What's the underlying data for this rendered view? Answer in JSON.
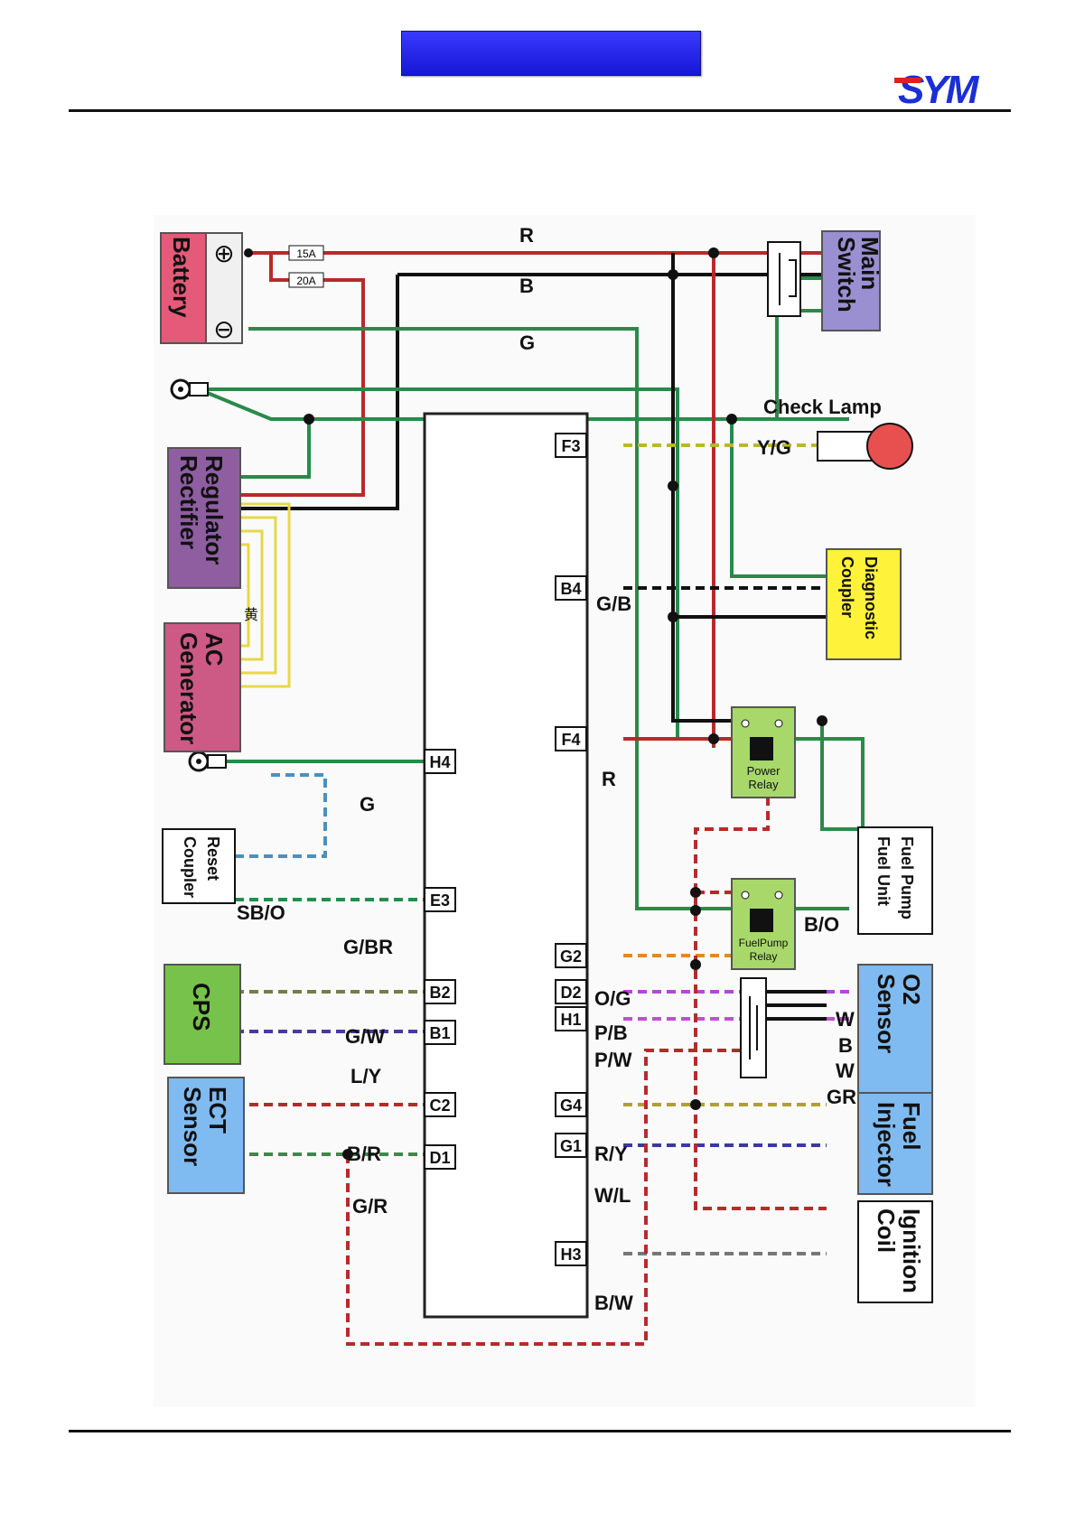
{
  "header": {
    "brand": "SYM"
  },
  "wires": {
    "R": "R",
    "B": "B",
    "G": "G",
    "YG": "Y/G",
    "GB": "G/B",
    "R2": "R",
    "G2": "G",
    "SBO": "SB/O",
    "GBR": "G/BR",
    "BO": "B/O",
    "OG": "O/G",
    "GW": "G/W",
    "PB": "P/B",
    "PW": "P/W",
    "LY": "L/Y",
    "W1": "W",
    "B3": "B",
    "W2": "W",
    "GR2": "GR",
    "BR": "B/R",
    "RY": "R/Y",
    "GR": "G/R",
    "WL": "W/L",
    "BW": "B/W"
  },
  "fuses": {
    "f15": "15A",
    "f20": "20A"
  },
  "pins": {
    "F3": "F3",
    "B4": "B4",
    "F4": "F4",
    "H4": "H4",
    "E3": "E3",
    "G2": "G2",
    "D2": "D2",
    "H1": "H1",
    "B2": "B2",
    "B1": "B1",
    "G4": "G4",
    "C2": "C2",
    "G1": "G1",
    "D1": "D1",
    "H3": "H3"
  },
  "components": {
    "battery": {
      "name": "Battery",
      "plus": "⊕",
      "minus": "⊖"
    },
    "main_switch": {
      "line1": "Main",
      "line2": "Switch"
    },
    "check_lamp": "Check Lamp",
    "regulator": {
      "line1": "Regulator",
      "line2": "Rectifier"
    },
    "yellow_mark": "黄",
    "ac_generator": {
      "line1": "AC",
      "line2": "Generator"
    },
    "diagnostic": {
      "line1": "Diagnostic",
      "line2": "Coupler"
    },
    "power_relay": {
      "line1": "Power",
      "line2": "Relay"
    },
    "fuel_pump_relay": {
      "line1": "FuelPump",
      "line2": "Relay"
    },
    "fuel_pump": {
      "line1": "Fuel  Pump",
      "line2": "Fuel  Unit"
    },
    "reset": {
      "line1": "Reset",
      "line2": "Coupler"
    },
    "cps": "CPS",
    "o2": {
      "line1": "O2",
      "line2": "Sensor"
    },
    "ect": {
      "line1": "ECT",
      "line2": "Sensor"
    },
    "injector": {
      "line1": "Fuel",
      "line2": "Injector"
    },
    "ignition": {
      "line1": "Ignition",
      "line2": "Coil"
    }
  },
  "colors": {
    "red": "#b82a2a",
    "black": "#111111",
    "green": "#2a8a4a",
    "yellow": "#e6d84a",
    "purple": "#9b59b6",
    "blue_header": "#2424e8",
    "battery": "#e45a78",
    "regulator": "#8e5ea0",
    "generator": "#cc5a84",
    "main_switch": "#9a8fd0",
    "diagnostic": "#fff23a",
    "relay": "#a8d86a",
    "cps": "#77c24a",
    "sensor_blue": "#7fbaf0"
  }
}
